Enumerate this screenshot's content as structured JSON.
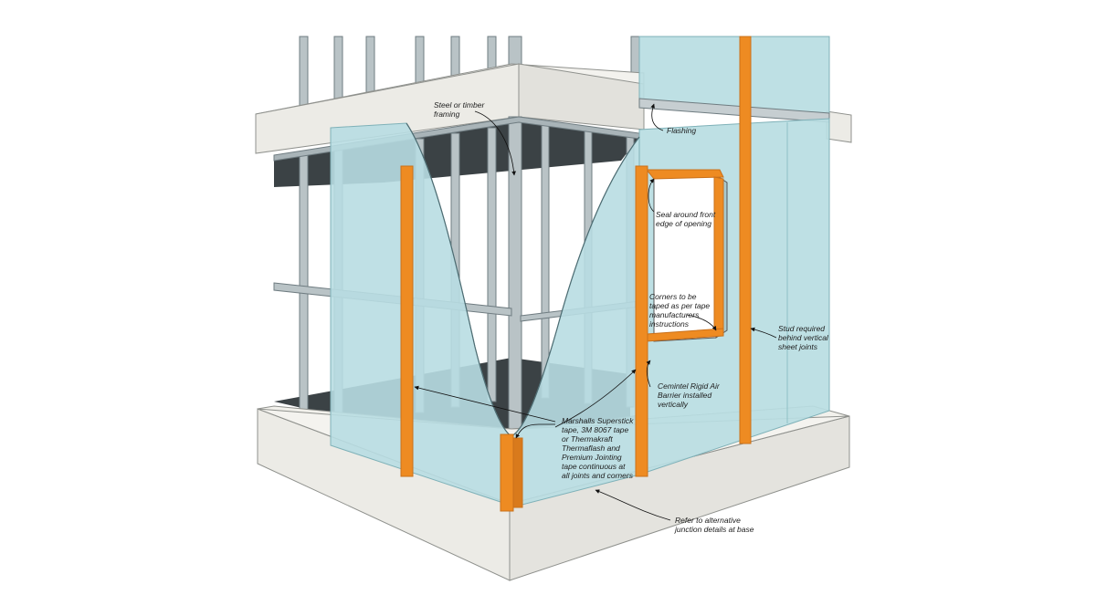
{
  "labels": {
    "framing": "Steel or timber\nframing",
    "flashing": "Flashing",
    "seal": "Seal around front\nedge of opening",
    "corners": "Corners to be\ntaped as per tape\nmanufacturers\ninstructions",
    "stud": "Stud required\nbehind vertical\nsheet joints",
    "barrier": "Cemintel Rigid Air\nBarrier installed\nvertically",
    "tape": "Marshalls Superstick\ntape, 3M 8067 tape\nor Thermakraft\nThermaflash and\nPremium Jointing\ntape continuous at\nall joints and corners",
    "base": "Refer to alternative\njunction details at base"
  },
  "colors": {
    "concrete": "#ecebe6",
    "concrete_shade": "#d9d8d2",
    "stud": "#b9c3c6",
    "stud_dark": "#7d8a8f",
    "barrier": "#b8dde2",
    "barrier_dark": "#9fcad0",
    "tape": "#ee8b22",
    "tape_dark": "#c9701a",
    "floor": "#3b4245"
  }
}
